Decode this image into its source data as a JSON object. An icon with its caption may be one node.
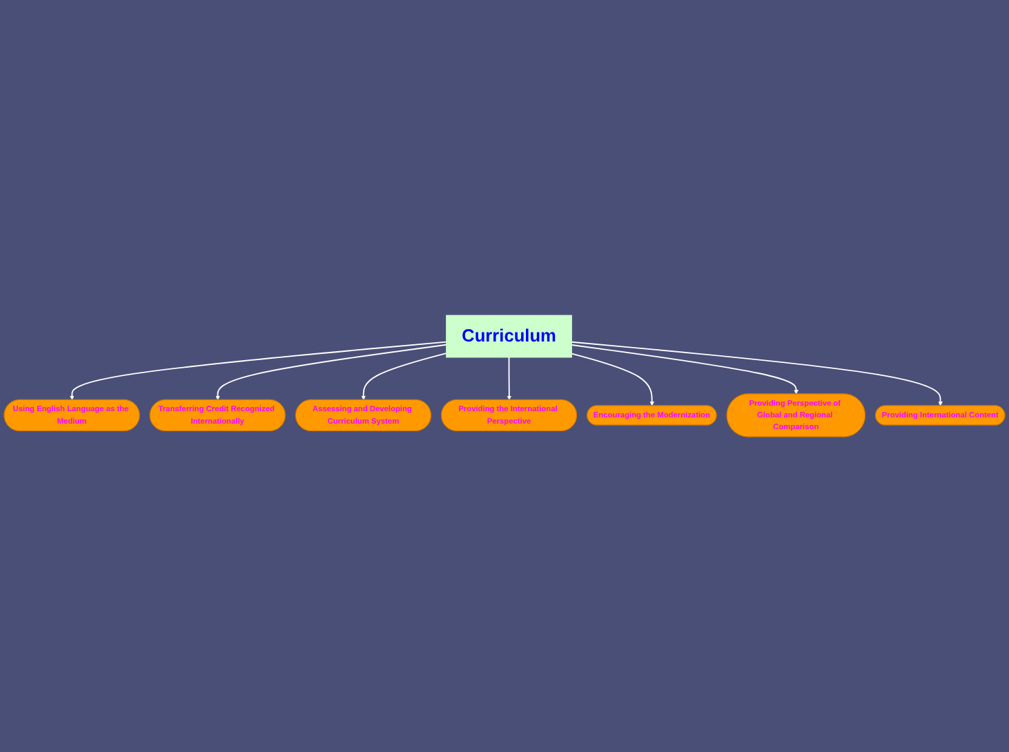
{
  "diagram": {
    "nodes": [
      {
        "text": [
          "Using English Language as the Medium"
        ]
      },
      {
        "text": [
          "Transferring Credit Recognized Internationally"
        ]
      },
      {
        "text": [
          "Assessing and Developing Curriculum System"
        ]
      },
      {
        "text": [
          "Providing the International Perspective"
        ]
      },
      {
        "text": [
          "Curriculum"
        ]
      },
      {
        "text": [
          "Encouraging the Modernization"
        ]
      },
      {
        "text": [
          "Providing Perspective of Global and Regional Comparison"
        ]
      },
      {
        "text": [
          "Providing International Content"
        ]
      }
    ],
    "edges": [
      {
        "from": 4,
        "to": 0,
        "arrow": "to"
      },
      {
        "from": 4,
        "to": 1,
        "arrow": "to"
      },
      {
        "from": 4,
        "to": 2,
        "arrow": "to"
      },
      {
        "from": 4,
        "to": 3,
        "arrow": "to"
      },
      {
        "from": 4,
        "to": 5,
        "arrow": "to"
      },
      {
        "from": 4,
        "to": 6,
        "arrow": "to"
      },
      {
        "from": 4,
        "to": 7,
        "arrow": "to"
      }
    ]
  }
}
